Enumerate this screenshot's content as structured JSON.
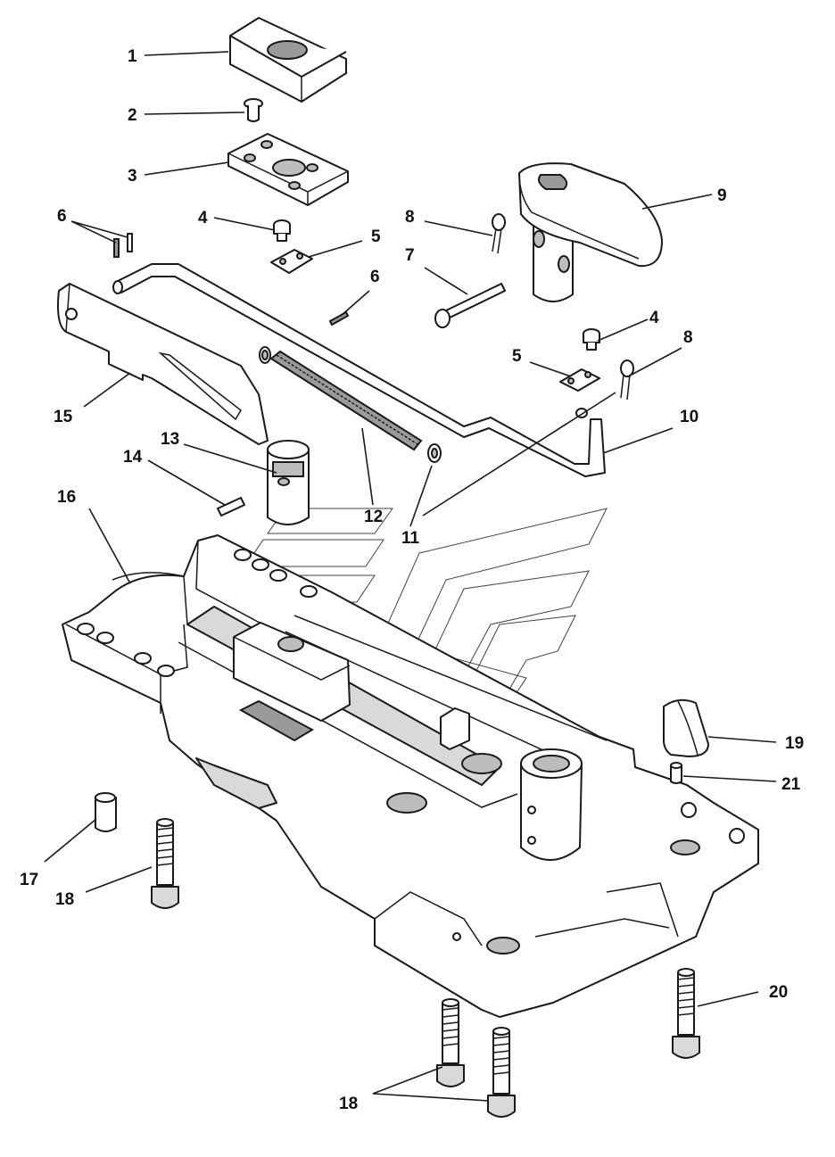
{
  "callouts": {
    "c1": "1",
    "c2": "2",
    "c3": "3",
    "c4a": "4",
    "c4b": "4",
    "c5a": "5",
    "c5b": "5",
    "c6a": "6",
    "c6b": "6",
    "c7": "7",
    "c8a": "8",
    "c8b": "8",
    "c9": "9",
    "c10": "10",
    "c11": "11",
    "c12": "12",
    "c13": "13",
    "c14": "14",
    "c15": "15",
    "c16": "16",
    "c17": "17",
    "c18a": "18",
    "c18b": "18",
    "c19": "19",
    "c20": "20",
    "c21": "21"
  },
  "icons": {
    "main_part": "coupling-base-plate",
    "watermark": "stylized-logo"
  }
}
